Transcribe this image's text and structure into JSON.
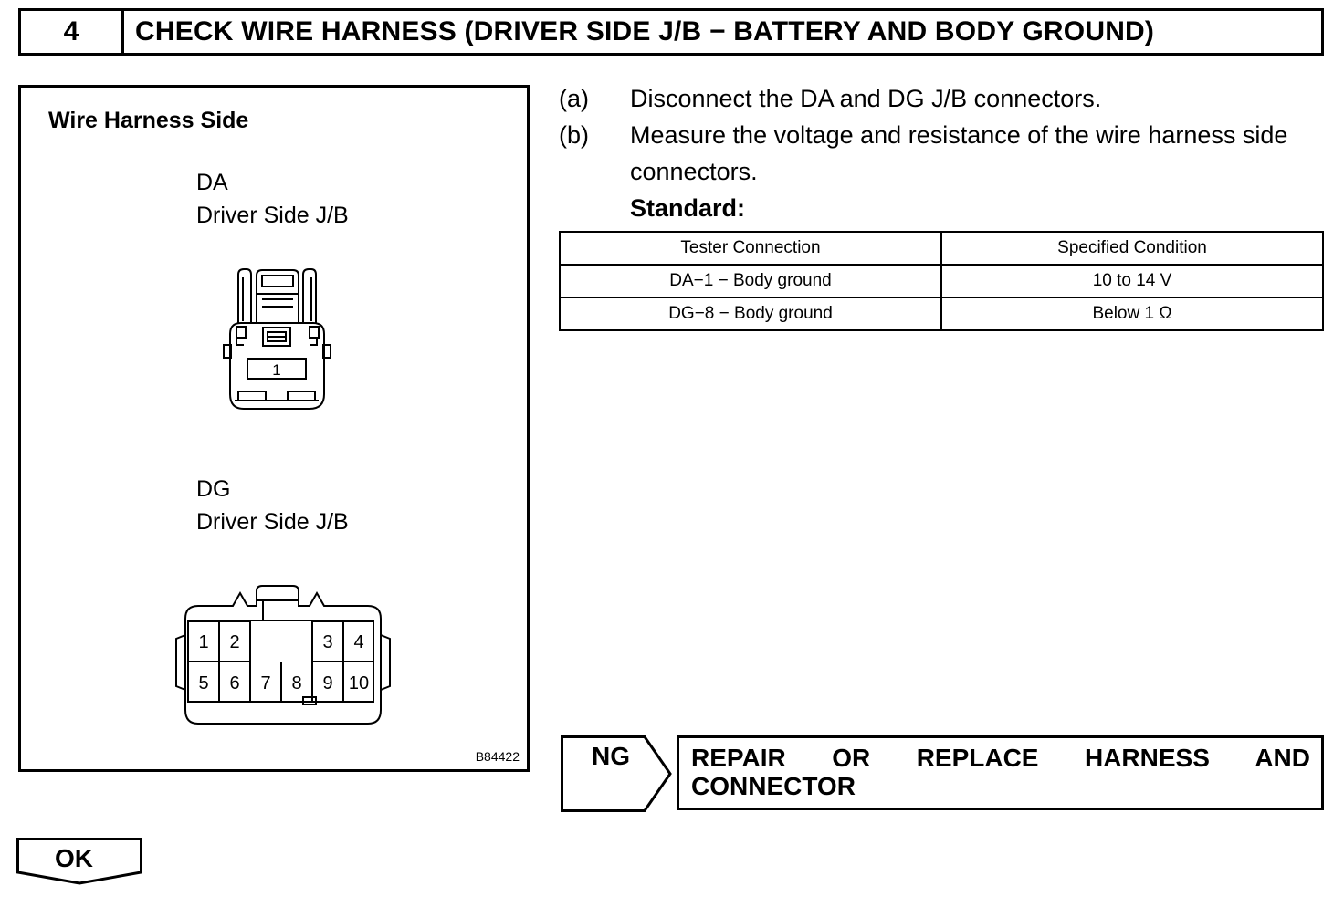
{
  "header": {
    "step_number": "4",
    "title": "CHECK WIRE HARNESS (DRIVER SIDE J/B − BATTERY AND BODY GROUND)"
  },
  "figure": {
    "title": "Wire Harness Side",
    "connector_da": {
      "code": "DA",
      "name": "Driver Side J/B",
      "pin": "1"
    },
    "connector_dg": {
      "code": "DG",
      "name": "Driver Side J/B",
      "pins_top": [
        "1",
        "2",
        "3",
        "4"
      ],
      "pins_bottom": [
        "5",
        "6",
        "7",
        "8",
        "9",
        "10"
      ]
    },
    "figure_code": "B84422"
  },
  "steps": [
    {
      "letter": "(a)",
      "text": "Disconnect the DA and DG J/B connectors."
    },
    {
      "letter": "(b)",
      "text": "Measure the voltage and  resistance of the wire harness side connectors."
    }
  ],
  "standard_label": "Standard:",
  "table": {
    "headers": [
      "Tester Connection",
      "Specified Condition"
    ],
    "rows": [
      [
        "DA−1 − Body ground",
        "10 to 14 V"
      ],
      [
        "DG−8 − Body ground",
        "Below 1 Ω"
      ]
    ]
  },
  "ng": {
    "label": "NG",
    "result_line1": "REPAIR OR REPLACE HARNESS AND",
    "result_line2": "CONNECTOR"
  },
  "ok": {
    "label": "OK"
  }
}
